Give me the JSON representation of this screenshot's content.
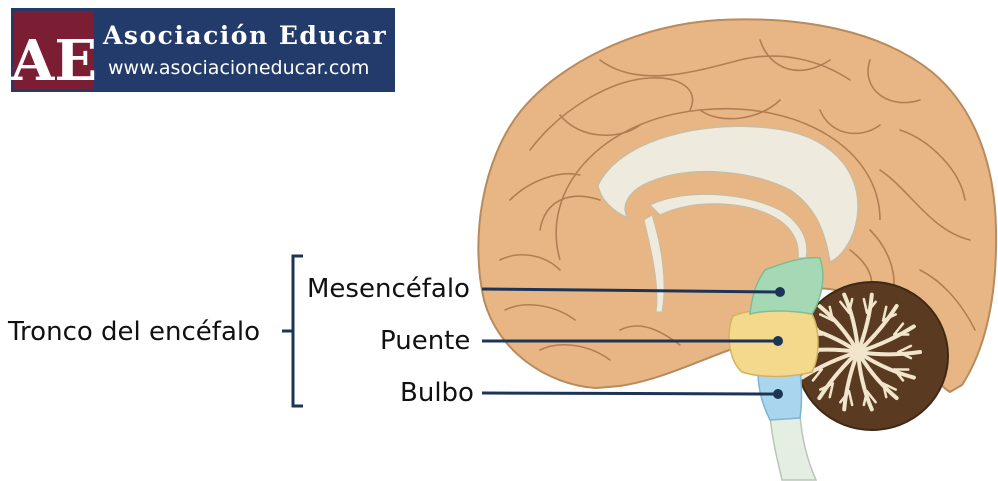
{
  "logo": {
    "mark": "AE",
    "title": "Asociación Educar",
    "url": "www.asociacioneducar.com"
  },
  "labels": {
    "group": "Tronco del encéfalo",
    "midbrain": "Mesencéfalo",
    "pons": "Puente",
    "medulla": "Bulbo"
  },
  "colors": {
    "brain": "#e8b684",
    "brain_outline": "#b98a5c",
    "corpus_callosum": "#eeeadd",
    "midbrain": "#a5d9b5",
    "pons": "#f4d88c",
    "medulla": "#a9d6ee",
    "spinal_cord": "#e4eee2",
    "cerebellum_dark": "#5a3b22",
    "cerebellum_light": "#f1e6cc",
    "leader_line": "#1c3557",
    "logo_bg": "#233b6a",
    "logo_mark_bg": "#7b1e33"
  }
}
